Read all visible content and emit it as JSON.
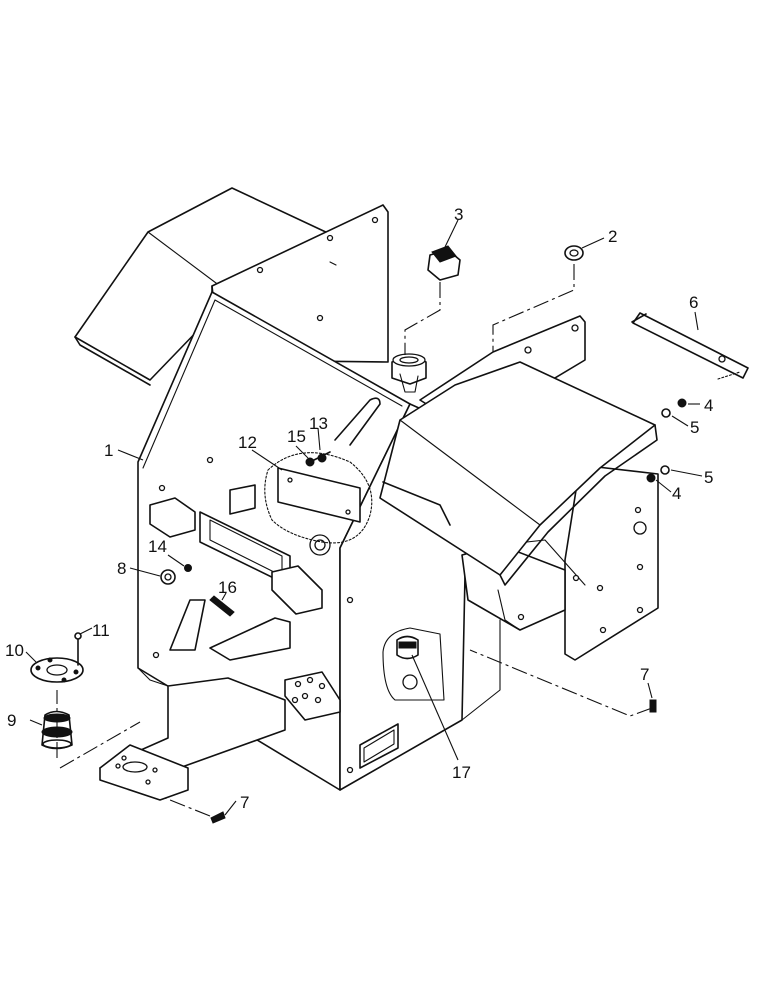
{
  "callouts": {
    "c1": "1",
    "c2": "2",
    "c3": "3",
    "c4a": "4",
    "c4b": "4",
    "c5a": "5",
    "c5b": "5",
    "c6": "6",
    "c7a": "7",
    "c7b": "7",
    "c8": "8",
    "c9": "9",
    "c10": "10",
    "c11": "11",
    "c12": "12",
    "c13": "13",
    "c14": "14",
    "c15": "15",
    "c16": "16",
    "c17": "17"
  }
}
